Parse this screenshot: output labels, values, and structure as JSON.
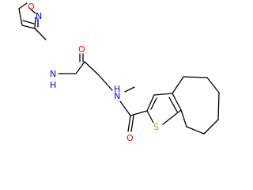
{
  "molecule": {
    "colors": {
      "bond": "#000000",
      "nitrogen": "#0000ff",
      "oxygen": "#ff0000",
      "sulfur": "#b5a000"
    },
    "atoms": {
      "isoxazole_O": "O",
      "isoxazole_N": "N",
      "amide1_N": "N",
      "amide1_H": "H",
      "amide1_O": "O",
      "amide2_N": "N",
      "amide2_H": "H",
      "amide2_O": "O",
      "thiophene_S": "S"
    }
  }
}
